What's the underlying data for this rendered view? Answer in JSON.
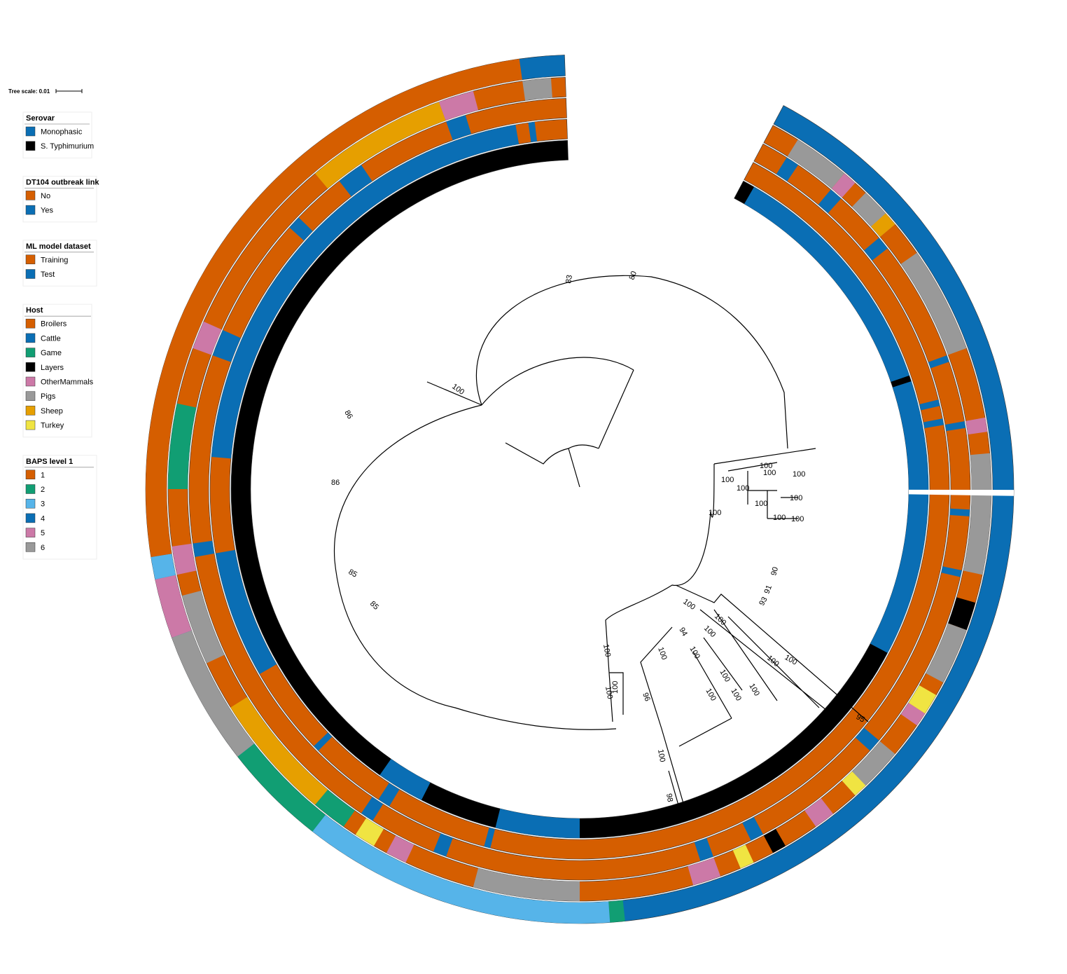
{
  "tree_scale": {
    "label": "Tree scale: 0.01"
  },
  "legends": [
    {
      "title": "Serovar",
      "items": [
        {
          "label": "Monophasic",
          "color": "#0a6eb4"
        },
        {
          "label": "S. Typhimurium",
          "color": "#000000"
        }
      ]
    },
    {
      "title": "DT104 outbreak link",
      "items": [
        {
          "label": "No",
          "color": "#d55e00"
        },
        {
          "label": "Yes",
          "color": "#0a6eb4"
        }
      ]
    },
    {
      "title": "ML model dataset",
      "items": [
        {
          "label": "Training",
          "color": "#d55e00"
        },
        {
          "label": "Test",
          "color": "#0a6eb4"
        }
      ]
    },
    {
      "title": "Host",
      "items": [
        {
          "label": "Broilers",
          "color": "#d55e00"
        },
        {
          "label": "Cattle",
          "color": "#0a6eb4"
        },
        {
          "label": "Game",
          "color": "#119e73"
        },
        {
          "label": "Layers",
          "color": "#000000"
        },
        {
          "label": "OtherMammals",
          "color": "#cc79a7"
        },
        {
          "label": "Pigs",
          "color": "#999999"
        },
        {
          "label": "Sheep",
          "color": "#e69f00"
        },
        {
          "label": "Turkey",
          "color": "#f0e442"
        }
      ]
    },
    {
      "title": "BAPS level 1",
      "items": [
        {
          "label": "1",
          "color": "#d55e00"
        },
        {
          "label": "2",
          "color": "#119e73"
        },
        {
          "label": "3",
          "color": "#56b4e9"
        },
        {
          "label": "4",
          "color": "#0a6eb4"
        },
        {
          "label": "5",
          "color": "#cc79a7"
        },
        {
          "label": "6",
          "color": "#999999"
        }
      ]
    }
  ],
  "rings": [
    {
      "name": "serovar",
      "base": "#000000",
      "segments": [
        [
          "#0a6eb4",
          -60,
          -19
        ],
        [
          "#0a6eb4",
          -18,
          28
        ],
        [
          "#000000",
          31,
          33
        ],
        [
          "#0a6eb4",
          90,
          104
        ],
        [
          "#0a6eb4",
          117,
          125
        ],
        [
          "#000000",
          125,
          128
        ]
      ]
    },
    {
      "name": "dt104",
      "base": "#d55e00",
      "segments": [
        [
          "#0a6eb4",
          -14,
          -13
        ],
        [
          "#0a6eb4",
          -11,
          -10
        ],
        [
          "#0a6eb4",
          104,
          105
        ],
        [
          "#0a6eb4",
          121,
          123
        ],
        [
          "#0a6eb4",
          135,
          136
        ],
        [
          "#0a6eb4",
          150,
          170
        ],
        [
          "#0a6eb4",
          185,
          260
        ],
        [
          "#0a6eb4",
          262,
          263
        ]
      ]
    },
    {
      "name": "ml_dataset",
      "base": "#d55e00",
      "segments": [
        [
          "#0a6eb4",
          -58,
          -56
        ],
        [
          "#0a6eb4",
          -50,
          -48
        ],
        [
          "#0a6eb4",
          -40,
          -38
        ],
        [
          "#0a6eb4",
          -20,
          -19
        ],
        [
          "#0a6eb4",
          -10,
          -9
        ],
        [
          "#0a6eb4",
          3,
          4
        ],
        [
          "#0a6eb4",
          12,
          13
        ],
        [
          "#0a6eb4",
          40,
          42
        ],
        [
          "#0a6eb4",
          62,
          64
        ],
        [
          "#0a6eb4",
          70,
          72
        ],
        [
          "#0a6eb4",
          110,
          112
        ],
        [
          "#0a6eb4",
          122,
          124
        ],
        [
          "#0a6eb4",
          170,
          172
        ],
        [
          "#0a6eb4",
          200,
          204
        ],
        [
          "#0a6eb4",
          222,
          224
        ],
        [
          "#0a6eb4",
          232,
          236
        ],
        [
          "#0a6eb4",
          250,
          253
        ]
      ]
    },
    {
      "name": "host",
      "base": "#d55e00",
      "segments": [
        [
          "#999999",
          -58,
          -50
        ],
        [
          "#cc79a7",
          -50,
          -48
        ],
        [
          "#999999",
          -46,
          -40
        ],
        [
          "#e69f00",
          -42,
          -40
        ],
        [
          "#999999",
          -35,
          -20
        ],
        [
          "#cc79a7",
          -10,
          -8
        ],
        [
          "#999999",
          -5,
          12
        ],
        [
          "#000000",
          16,
          20
        ],
        [
          "#999999",
          20,
          28
        ],
        [
          "#f0e442",
          30,
          33
        ],
        [
          "#cc79a7",
          33,
          35
        ],
        [
          "#999999",
          40,
          48
        ],
        [
          "#f0e442",
          46,
          48
        ],
        [
          "#cc79a7",
          52,
          55
        ],
        [
          "#000000",
          60,
          62
        ],
        [
          "#f0e442",
          65,
          67
        ],
        [
          "#cc79a7",
          70,
          74
        ],
        [
          "#999999",
          90,
          105
        ],
        [
          "#cc79a7",
          115,
          118
        ],
        [
          "#f0e442",
          120,
          123
        ],
        [
          "#119e73",
          125,
          130
        ],
        [
          "#e69f00",
          130,
          148
        ],
        [
          "#999999",
          155,
          165
        ],
        [
          "#cc79a7",
          168,
          172
        ],
        [
          "#119e73",
          180,
          192
        ],
        [
          "#cc79a7",
          200,
          204
        ],
        [
          "#e69f00",
          230,
          250
        ],
        [
          "#cc79a7",
          250,
          255
        ],
        [
          "#999999",
          262,
          266
        ]
      ]
    },
    {
      "name": "baps",
      "base": "#0a6eb4",
      "segments": [
        [
          "#119e73",
          84,
          86
        ],
        [
          "#56b4e9",
          86,
          128
        ],
        [
          "#119e73",
          128,
          142
        ],
        [
          "#999999",
          142,
          160
        ],
        [
          "#cc79a7",
          160,
          168
        ],
        [
          "#56b4e9",
          168,
          171
        ],
        [
          "#d55e00",
          171,
          262
        ]
      ]
    }
  ],
  "bootstrap_labels": [
    "100",
    "100",
    "100",
    "100",
    "100",
    "100",
    "100",
    "100",
    "100",
    "100",
    "100",
    "100",
    "100",
    "100",
    "100",
    "100",
    "100",
    "100",
    "100",
    "100",
    "100",
    "100",
    "100",
    "100",
    "100",
    "100",
    "98",
    "96",
    "95",
    "94",
    "93",
    "91",
    "90",
    "86",
    "86",
    "85",
    "85",
    "83",
    "80"
  ]
}
